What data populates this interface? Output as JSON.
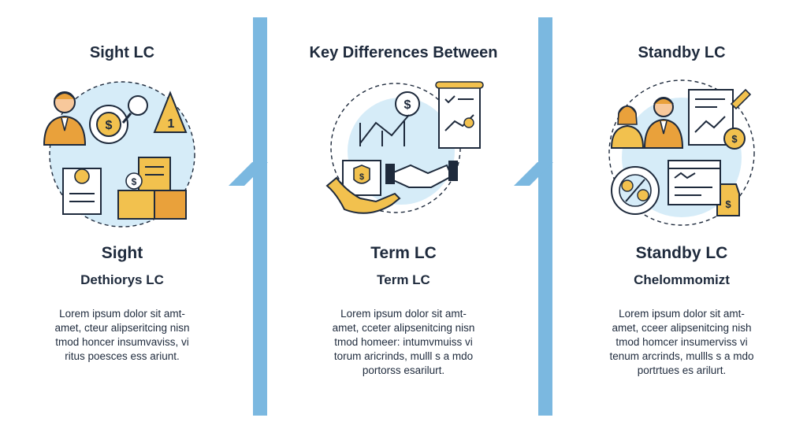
{
  "columns": [
    {
      "top_title": "Sight LC",
      "heading": "Sight",
      "subheading": "Dethiorys LC",
      "body_lines": [
        "Lorem ipsum dolor sit amt-",
        "amet, cteur alipseritcing nisn",
        "tmod honcer insumvaviss, vi",
        "ritus poesces ess ariunt."
      ]
    },
    {
      "top_title": "Key Differences Between",
      "heading": "Term LC",
      "subheading": "Term LC",
      "body_lines": [
        "Lorem ipsum dolor sit amt-",
        "amet, cceter alipsenitcing nisn",
        "tmod homeer: intumvmuiss vi",
        "torum aricrinds, mulll s a mdo",
        "portorss esarilurt."
      ]
    },
    {
      "top_title": "Standby LC",
      "heading": "Standby LC",
      "subheading": "Chelommomizt",
      "body_lines": [
        "Lorem ipsum dolor sit amt-",
        "amet, cceer alipsenitcing nish",
        "tmod homcer insumerviss vi",
        "tenum arcrinds, mullls s a mdo",
        "portrtues es arilurt."
      ]
    }
  ],
  "colors": {
    "accent_blue": "#7bb8e0",
    "circle_fill": "#d6ecf8",
    "gold": "#f2c14e",
    "orange": "#e9a13b",
    "navy": "#1e2a3c"
  },
  "icons": {
    "col1": [
      "businessman-icon",
      "dollar-coin-icon",
      "magnifier-icon",
      "warning-sign-icon",
      "document-icon",
      "boxes-icon"
    ],
    "col2": [
      "dollar-coin-icon",
      "chart-icon",
      "contract-document-icon",
      "wallet-icon",
      "handshake-icon",
      "hand-icon"
    ],
    "col3": [
      "businesswoman-icon",
      "businessman-icon",
      "contract-document-icon",
      "money-bag-icon",
      "percent-coin-icon",
      "window-icon"
    ]
  }
}
